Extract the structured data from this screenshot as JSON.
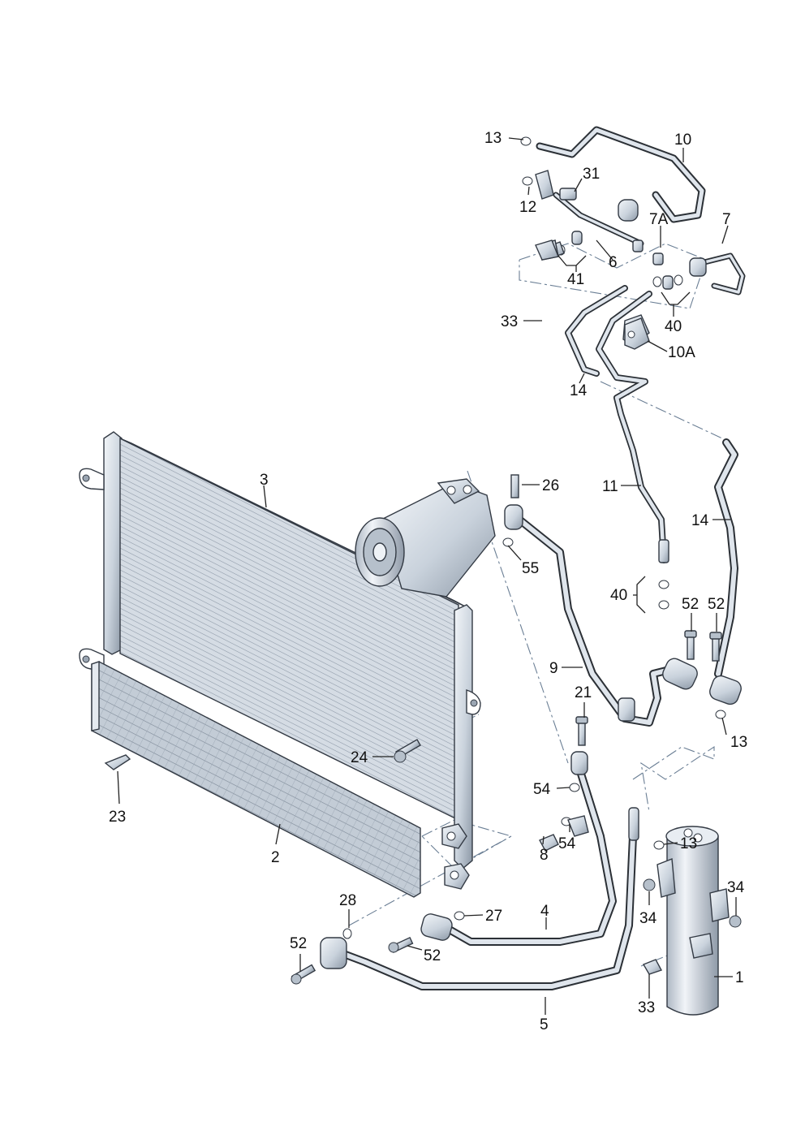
{
  "diagram": {
    "palette": {
      "metal_light": "#eef2f6",
      "metal_mid": "#c9d2dc",
      "metal_dark": "#8c98a6",
      "outline": "#333a44",
      "dash_line": "#6b7f95",
      "text": "#111111"
    },
    "labels": {
      "l1": "1",
      "l2": "2",
      "l3": "3",
      "l4": "4",
      "l5": "5",
      "l6": "6",
      "l7": "7",
      "l7a": "7A",
      "l8": "8",
      "l9": "9",
      "l10": "10",
      "l10a": "10A",
      "l11": "11",
      "l12": "12",
      "l13_top": "13",
      "l13_mid": "13",
      "l13_right": "13",
      "l14_left": "14",
      "l14_right": "14",
      "l21": "21",
      "l23": "23",
      "l24": "24",
      "l26": "26",
      "l27": "27",
      "l28": "28",
      "l31": "31",
      "l33_top": "33",
      "l33_bottom": "33",
      "l34_left": "34",
      "l34_right": "34",
      "l40_top": "40",
      "l40_mid": "40",
      "l41": "41",
      "l52_a": "52",
      "l52_b": "52",
      "l52_c": "52",
      "l52_d": "52",
      "l54_a": "54",
      "l54_b": "54",
      "l55": "55"
    }
  }
}
